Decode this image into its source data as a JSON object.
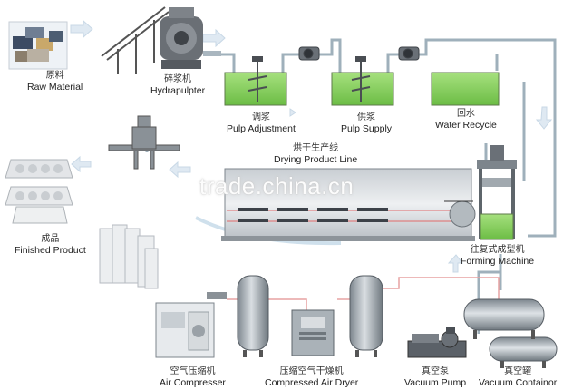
{
  "labels": {
    "raw_material": {
      "zh": "原料",
      "en": "Raw Material"
    },
    "hydrapulper": {
      "zh": "碎浆机",
      "en": "Hydrapulpter"
    },
    "pulp_adjustment": {
      "zh": "调浆",
      "en": "Pulp Adjustment"
    },
    "pulp_supply": {
      "zh": "供浆",
      "en": "Pulp Supply"
    },
    "water_recycle": {
      "zh": "回水",
      "en": "Water Recycle"
    },
    "drying_line": {
      "zh": "烘干生产线",
      "en": "Drying Product Line"
    },
    "forming_machine": {
      "zh": "往复式成型机",
      "en": "Forming Machine"
    },
    "finished_product": {
      "zh": "成品",
      "en": "Finished Product"
    },
    "air_compresser": {
      "zh": "空气压缩机",
      "en": "Air Compresser"
    },
    "air_dryer": {
      "zh": "压缩空气干燥机",
      "en": "Compressed Air Dryer"
    },
    "vacuum_pump": {
      "zh": "真空泵",
      "en": "Vacuum Pump"
    },
    "vacuum_container": {
      "zh": "真空罐",
      "en": "Vacuum Containor"
    }
  },
  "watermark": "trade.china.cn",
  "colors": {
    "pulp_green": "#8fd36a",
    "pipe_gray": "#a9b6bf",
    "arrow_blue": "#d7e6f3",
    "red_line": "#e06a6a",
    "tank_gray": "#9aa3aa"
  }
}
